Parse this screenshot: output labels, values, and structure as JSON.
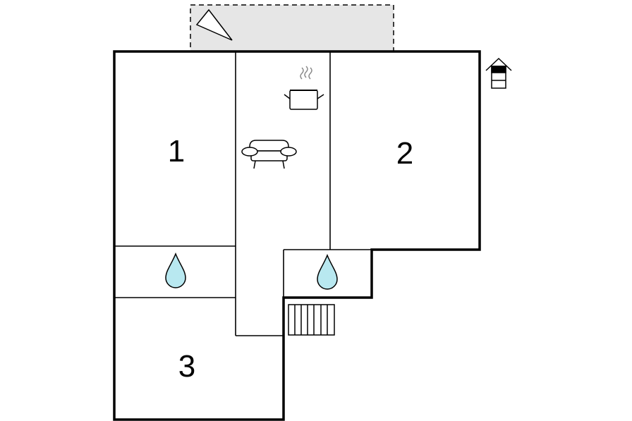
{
  "floorplan": {
    "rooms": [
      {
        "id": "bedroom-1",
        "label": "1"
      },
      {
        "id": "bedroom-2",
        "label": "2"
      },
      {
        "id": "bedroom-3",
        "label": "3"
      }
    ],
    "icons": {
      "terrace": "compass-triangle-icon",
      "kitchen": "cooking-pot-icon",
      "living": "sofa-icon",
      "bathroom": "water-drop-icon",
      "stairs": "staircase-icon",
      "house": "house-icon"
    },
    "colors": {
      "wall": "#000000",
      "terrace_fill": "#e6e6e6",
      "water_fill": "#b8e8f0"
    }
  }
}
